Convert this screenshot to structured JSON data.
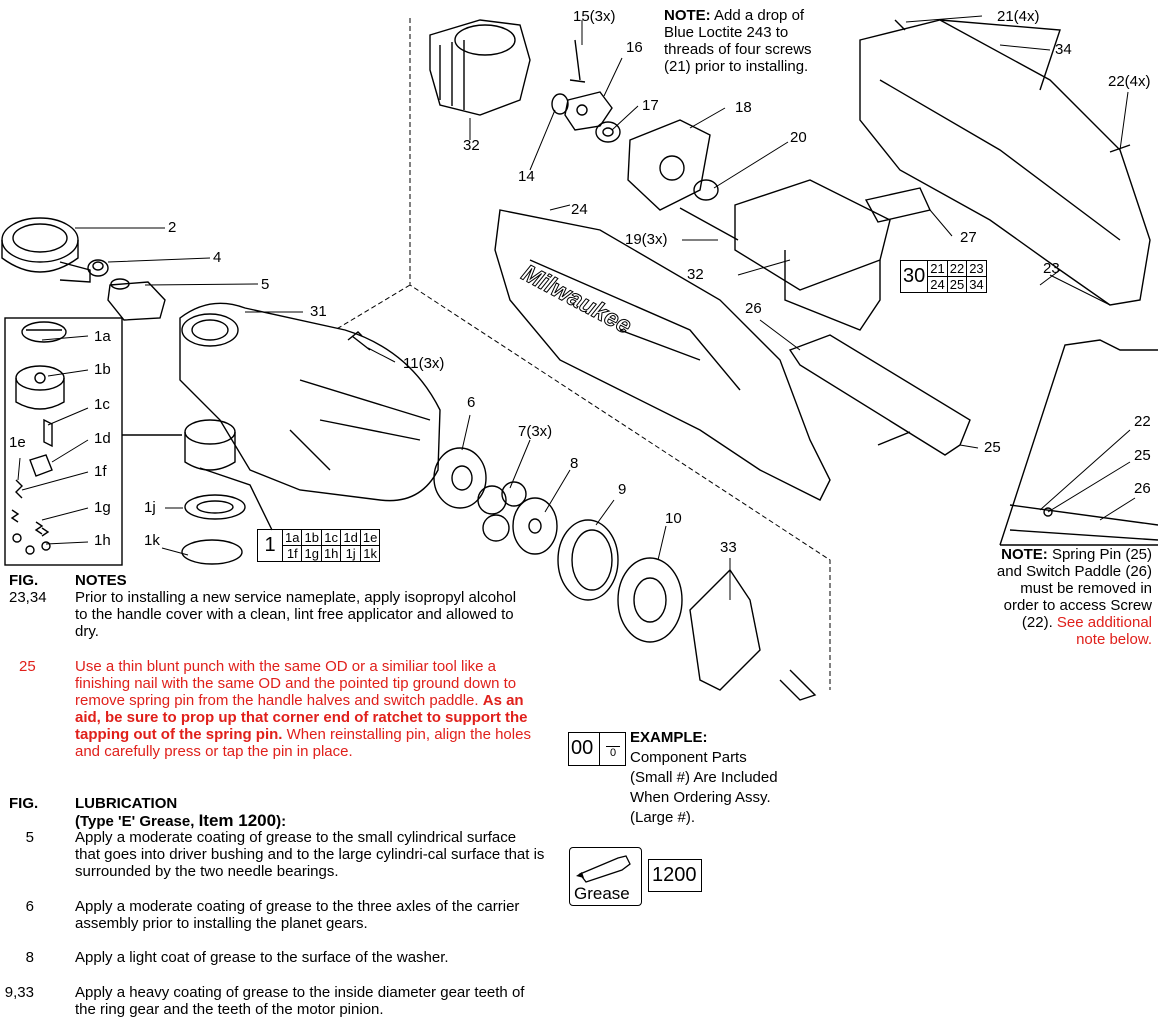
{
  "callouts": {
    "c2": "2",
    "c4": "4",
    "c5": "5",
    "c31": "31",
    "c32a": "32",
    "c14": "14",
    "c15": "15(3x)",
    "c16": "16",
    "c17": "17",
    "c18": "18",
    "c20": "20",
    "c19": "19(3x)",
    "c24": "24",
    "c32b": "32",
    "c27": "27",
    "c26": "26",
    "c21": "21(4x)",
    "c34": "34",
    "c22": "22(4x)",
    "c23": "23",
    "c11": "11(3x)",
    "c6": "6",
    "c7": "7(3x)",
    "c8": "8",
    "c9": "9",
    "c10": "10",
    "c33": "33",
    "c25": "25",
    "c1a": "1a",
    "c1b": "1b",
    "c1c": "1c",
    "c1d": "1d",
    "c1e": "1e",
    "c1f": "1f",
    "c1g": "1g",
    "c1h": "1h",
    "c1j": "1j",
    "c1k": "1k",
    "inset22": "22",
    "inset25": "25",
    "inset26": "26"
  },
  "top_note": {
    "label": "NOTE:",
    "line1": " Add a drop of",
    "line2": "Blue Loctite 243 to",
    "line3": "threads of four screws",
    "line4": "(21) prior to installing."
  },
  "assembly_grid_1": {
    "big": "1",
    "row1": [
      "1a",
      "1b",
      "1c",
      "1d",
      "1e"
    ],
    "row2": [
      "1f",
      "1g",
      "1h",
      "1j",
      "1k"
    ]
  },
  "assembly_grid_30": {
    "big": "30",
    "row1": [
      "21",
      "22",
      "23"
    ],
    "row2": [
      "24",
      "25",
      "34"
    ]
  },
  "right_note": {
    "label": "NOTE:",
    "line1": " Spring Pin (25)",
    "line2": "and Switch Paddle (26)",
    "line3": "must be removed in",
    "line4": "order to access Screw",
    "line5a": "(22). ",
    "line5b": "See additional",
    "line6": "note below."
  },
  "notes": {
    "fig_header": "FIG.",
    "title": "NOTES",
    "fig_a": "23,34",
    "text_a": "Prior to installing a new service nameplate, apply isopropyl alcohol to the handle cover with a clean, lint free applicator and allowed to dry.",
    "fig_b": "25",
    "text_b_1": "Use a thin blunt punch with the same OD or a similiar tool like a finishing nail with the same OD and the pointed tip ground down to remove spring pin from the handle halves and switch paddle. ",
    "text_b_bold": "As an aid, be sure to prop up that corner end of ratchet to support the tapping out of the spring pin.",
    "text_b_2": " When reinstalling pin, align the holes and carefully press or tap the pin in place."
  },
  "lubrication": {
    "fig_header": "FIG.",
    "title": "LUBRICATION",
    "subtitle_a": "(Type 'E' Grease, ",
    "subtitle_b": "Item 1200",
    "subtitle_c": "):",
    "items": [
      {
        "fig": "5",
        "text": "Apply a moderate coating of grease to the small cylindrical surface that goes into driver bushing and to the large cylindri-cal surface that is surrounded by the two needle bearings."
      },
      {
        "fig": "6",
        "text": "Apply a moderate coating of grease to the three axles of the carrier assembly prior to installing the planet gears."
      },
      {
        "fig": "8",
        "text": "Apply a light coat of grease to the surface of the washer."
      },
      {
        "fig": "9,33",
        "text": "Apply a heavy coating of grease to the inside diameter gear teeth of the ring gear and the teeth of the motor pinion."
      }
    ]
  },
  "example": {
    "big": "00",
    "small": "0",
    "title": "EXAMPLE:",
    "line1": "Component Parts",
    "line2": "(Small #) Are Included",
    "line3": "When Ordering Assy.",
    "line4": "(Large #)."
  },
  "grease": {
    "label": "Grease",
    "item": "1200"
  },
  "brand": {
    "logo_text": "Milwaukee"
  }
}
